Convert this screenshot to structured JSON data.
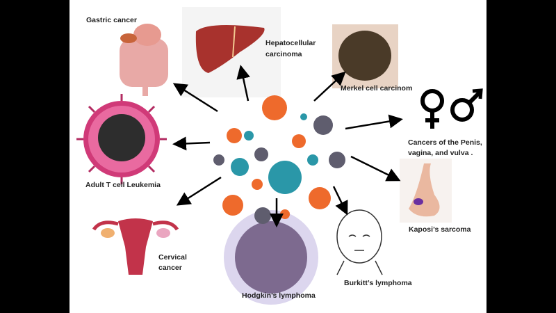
{
  "labels": {
    "gastric": "Gastric cancer",
    "hepato_1": "Hepatocellular",
    "hepato_2": "carcinoma",
    "merkel": "Merkel cell carcinom",
    "genital_1": "Cancers of the Penis,",
    "genital_2": "vagina, and vulva .",
    "atl": "Adult T cell Leukemia",
    "kaposi": "Kaposi’s sarcoma",
    "cervical_1": "Cervical",
    "cervical_2": "cancer",
    "hodgkin": "Hodgkin’s lymphoma",
    "burkitt": "Burkitt’s lymphoma"
  },
  "colors": {
    "orange": "#ee6a2c",
    "teal": "#2a97a8",
    "gray": "#5f5d6e",
    "arrow": "#000000"
  }
}
